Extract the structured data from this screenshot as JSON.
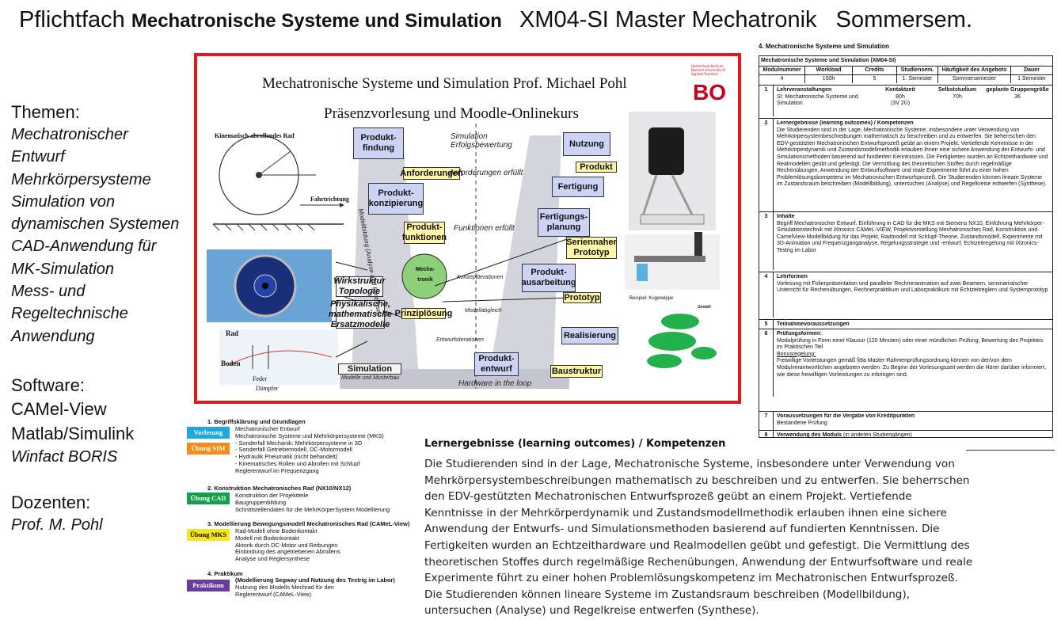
{
  "title": {
    "prefix": "Pflichtfach",
    "bold": "Mechatronische Systeme und Simulation",
    "rest": "XM04-SI Master Mechatronik",
    "season": "Sommersem."
  },
  "left": {
    "themen_header": "Themen:",
    "themen": [
      "Mechatronischer",
      "Entwurf",
      "Mehrkörpersysteme",
      "Simulation von",
      "dynamischen Systemen",
      "CAD-Anwendung für",
      "MK-Simulation",
      "Mess- und",
      "Regeltechnische",
      "Anwendung"
    ],
    "software_header": "Software:",
    "software": [
      "CAMel-View",
      "Matlab/Simulink"
    ],
    "software_italic": "Winfact BORIS",
    "dozenten_header": "Dozenten:",
    "dozent": "Prof. M. Pohl"
  },
  "poster": {
    "title": "Mechatronische Systeme und Simulation  Prof. Michael Pohl",
    "subtitle": "Präsenzvorlesung und Moodle-Onlinekurs",
    "logo": "BO",
    "logo_small": "Hochschule Bochum Bochum University of Applied Sciences",
    "wheel_title": "Kinematisch abrollendes Rad",
    "fahrtrichtung": "Fahrtrichtung",
    "rad": "Rad",
    "boden": "Boden",
    "feder": "Feder",
    "daempfer": "Dämpfer",
    "beispiel": "Beispiel: Kugelwippe",
    "gestell": "Gestell",
    "boxes": {
      "produktfindung": "Produkt-\nfindung",
      "anforderungen": "Anforderungen",
      "produktkonzipierung": "Produkt-\nkonzipierung",
      "produktfunktionen": "Produkt-\nfunktionen",
      "wirkstruktur": "Wirkstruktur\nTopologie",
      "physikalische": "Physikalische,\nmathematische\nErsatzmodelle",
      "prinziploesung": "Prinziplösung",
      "simulation": "Simulation",
      "simulation_sub": "Modelle und Musterbau",
      "nutzung": "Nutzung",
      "produkt": "Produkt",
      "fertigung": "Fertigung",
      "fertigungsplanung": "Fertigungs-\nplanung",
      "serienprototyp": "Seriennaher\nPrototyp",
      "produktausarbeitung": "Produkt-\nausarbeitung",
      "prototyp": "Prototyp",
      "realisierung": "Realisierung",
      "produktentwurf": "Produkt-\nentwurf",
      "baustruktur": "Baustruktur",
      "mechatronik": "Mecha-\ntronik"
    },
    "arrows": {
      "simulation_bewertung": "Simulation\nErfolgsbewertung",
      "anforderungen_erfuellt": "Anforderungen erfüllt",
      "funktionen_erfuellt": "Funktionen erfüllt",
      "konzeptiterationen": "Konzeptiterationen",
      "modellabgleich": "Modellabgleich",
      "entwurfsiterationen": "Entwurfsiterationen",
      "hil": "Hardware in the loop",
      "modellbildung": "Modellbildung (Analyse und Synthese)"
    }
  },
  "module": {
    "heading": "4.  Mechatronische Systeme und Simulation",
    "table_title": "Mechatronische Systeme und Simulation (XM04-SI)",
    "cols": [
      "Modulnummer",
      "Workload",
      "Credits",
      "Studiensem.",
      "Häufigkeit des Angebots",
      "Dauer"
    ],
    "vals": [
      "4",
      "150h",
      "5",
      "1. Semester",
      "Sommersemester",
      "1 Semester"
    ],
    "r1": {
      "num": "1",
      "col1_h": "Lehrveranstaltungen",
      "col1": "SI: Mechatronische Systeme und Simulation",
      "col2_h": "Kontaktzeit",
      "col2": "80h",
      "col2b": "(3V 2Ü)",
      "col3_h": "Selbststudium",
      "col3": "70h",
      "col4_h": "geplante Gruppengröße",
      "col4": "36"
    },
    "r2": {
      "num": "2",
      "h": "Lernergebnisse (learning outcomes) / Kompetenzen",
      "t": "Die Studierenden sind in der Lage, Mechatronische Systeme, insbesondere unter Verwendung von Mehrkörpersystembeschreibungen mathematisch zu beschreiben und zu entwerfen. Sie beherrschen den EDV-gestützten Mechatronischen Entwurfsprozeß geübt an einem Projekt. Vertiefende Kenntnisse in der Mehrkörperdynamik und Zustandsmodellmethodik erlauben ihnen eine sichere Anwendung der Entwurfs- und Simulationsmethoden basierend auf fundierten Kenntnissen. Die Fertigkeiten wurden an Echtzeithardware und Realmodellen geübt und gefestigt. Die Vermittlung des theoretischen Stoffes durch regelmäßige Rechenübungen, Anwendung der Entwurfsoftware und reale Experimente führt zu einer hohen Problemlösungskompetenz im Mechatronischen Entwurfsprozeß. Die Studierenden können lineare Systeme im Zustandsraum beschreiben (Modellbildung), untersuchen (Analyse) und Regelkreise entwerfen (Synthese)."
    },
    "r3": {
      "num": "3",
      "h": "Inhalte",
      "t": "Begriff Mechatronischer Entwurf, Einführung in CAD für die MKS mit Siemens NX10, Einführung Mehrkörper-Simulationstechnik mit iXtronics CAMeL-VIEW, Projektvorstellung Mechatronisches Rad, Konstruktion und CamelView-Modellbildung für das Projekt, Radmodell mit Schlupf-Theorie, Zustandsmodell, Experimente mit 3D-Animation und Frequenzganganalyse, Regelungsstrategie und -entwurf, Echtzeitregelung mit iXtronics-Testrig im Labor"
    },
    "r4": {
      "num": "4",
      "h": "Lehrformen",
      "t": "Vorlesung mit Folienpräsentation und paralleler Rechneranimation auf zwei Beamern, seminaristischer Unterricht für Rechenübungen, Rechnerpraktikum und Laborpraktikum mit Echtzeitreglern und Systemprototyp"
    },
    "r5": {
      "num": "5",
      "h": "Teilnahmevoraussetzungen"
    },
    "r6": {
      "num": "6",
      "h": "Prüfungsformen:",
      "t": "Modulprüfung in Form einer Klausur (120 Minuten) oder einer mündlichen Prüfung, Bewertung des Projektes im Praktischen Teil",
      "bonus_h": "Bonusregelung:",
      "bonus": "Freiwillige Vorleistungen gemäß §9a Master-Rahmenprüfungsordnung können von der/von dem Modulverantwortlichen angeboten werden. Zu Beginn der Vorlesungszeit werden die Hörer darüber informiert, wie diese freiwilligen Vorleistungen zu erbringen sind."
    },
    "r7": {
      "num": "7",
      "h": "Voraussetzungen für die Vergabe von Kreditpunkten",
      "t": "Bestandene Prüfung"
    },
    "r8": {
      "num": "8",
      "h": "Verwendung des Moduls",
      "t": "(in anderen Studiengängen)"
    }
  },
  "curriculum": {
    "g1": {
      "h": "1. Begriffsklärung und Grundlagen",
      "tag1": "Vorlesung",
      "tag1_color": "#1fa7e0",
      "tag2": "Übung SIM",
      "tag2_color": "#f28c1c",
      "lines": [
        "Mechatronischer Entwurf",
        "Mechatronische Systeme und Mehrkörpersysteme (MKS)",
        " - Sonderfall Mechanik: Mehrkörpersysteme in 3D",
        " - Sonderfall Getriebemodell, DC-Motormodell",
        " - Hydraulik Pneumatik (nicht behandelt)",
        " - Kinematisches Rollen und Abrollen mit Schlupf",
        "Reglerentwurf im Frequenzgang"
      ]
    },
    "g2": {
      "h": "2. Konstruktion Mechatronisches Rad (NX10/NX12)",
      "tag": "Übung CAD",
      "tag_color": "#14a04a",
      "lines": [
        "Konstruktion der Projektteile",
        "Baugruppenbildung",
        "Schnittstellendaten für die MehrKörperSystem Modellierung"
      ]
    },
    "g3": {
      "h": "3. Modellierung Bewegungsmodell Mechatronisches Rad (CAMeL-View)",
      "tag": "Übung MKS",
      "tag_color": "#f5e71a",
      "lines": [
        "Rad-Modell ohne Bodenkontakt",
        "Modell mit Bodenkontakt",
        "Aktorik durch DC-Motor und Reibungen",
        "Einbindung des angetriebenen Abrollens",
        "Analyse und Reglersynthese"
      ]
    },
    "g4": {
      "h": "4.  Praktikum",
      "tag": "Praktikum",
      "tag_color": "#6a3b99",
      "lines": [
        "(Modellierung Segway und Nutzung des Testrig im Labor)",
        "Nutzung des Modells Mechrad für den",
        "Reglerentwurf   (CAMeL-View)"
      ]
    }
  },
  "lern": {
    "heading": "Lernergebnisse (learning outcomes) / Kompetenzen",
    "lines": [
      "Die Studierenden sind in der Lage, Mechatronische Systeme, insbesondere unter Verwendung von",
      "Mehrkörpersystembeschreibungen mathematisch zu beschreiben und zu entwerfen. Sie beherrschen",
      "den EDV-gestützten Mechatronischen Entwurfsprozeß geübt an einem Projekt. Vertiefende",
      "Kenntnisse in der Mehrkörperdynamik und Zustandsmodellmethodik erlauben ihnen eine sichere",
      "Anwendung der Entwurfs- und Simulationsmethoden basierend auf fundierten Kenntnissen. Die",
      "Fertigkeiten wurden an Echtzeithardware und Realmodellen geübt und gefestigt. Die Vermittlung des",
      "theoretischen Stoffes durch regelmäßige Rechenübungen, Anwendung der Entwurfsoftware und reale",
      "Experimente führt zu einer hohen Problemlösungskompetenz im Mechatronischen Entwurfsprozeß.",
      "Die Studierenden können lineare Systeme im Zustandsraum beschreiben (Modellbildung),",
      "untersuchen (Analyse) und Regelkreise entwerfen (Synthese)."
    ]
  }
}
